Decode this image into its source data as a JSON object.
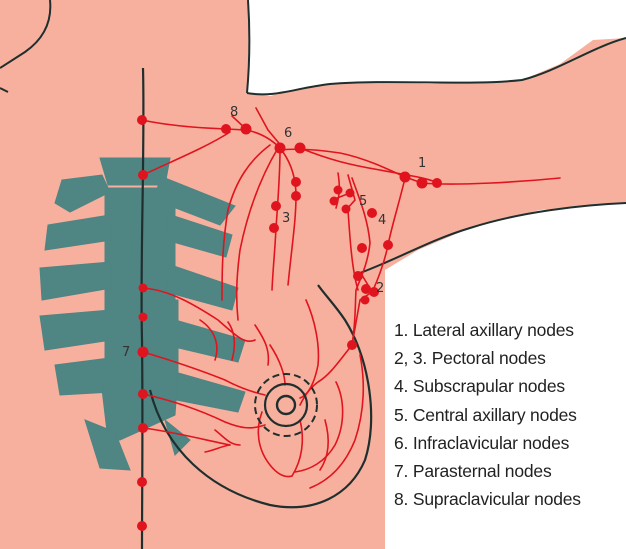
{
  "colors": {
    "skin": "#f8b09e",
    "bone": "#4f8583",
    "vessel": "#e0141e",
    "outline": "#1f2f2e"
  },
  "node_labels": [
    "1",
    "2",
    "3",
    "4",
    "5",
    "6",
    "7",
    "8"
  ],
  "legend": [
    "1. Lateral axillary nodes",
    "2, 3. Pectoral nodes",
    "4. Subscrapular nodes",
    "5. Central axillary nodes",
    "6. Infraclavicular nodes",
    "7. Parasternal nodes",
    "8. Supraclavicular nodes"
  ]
}
